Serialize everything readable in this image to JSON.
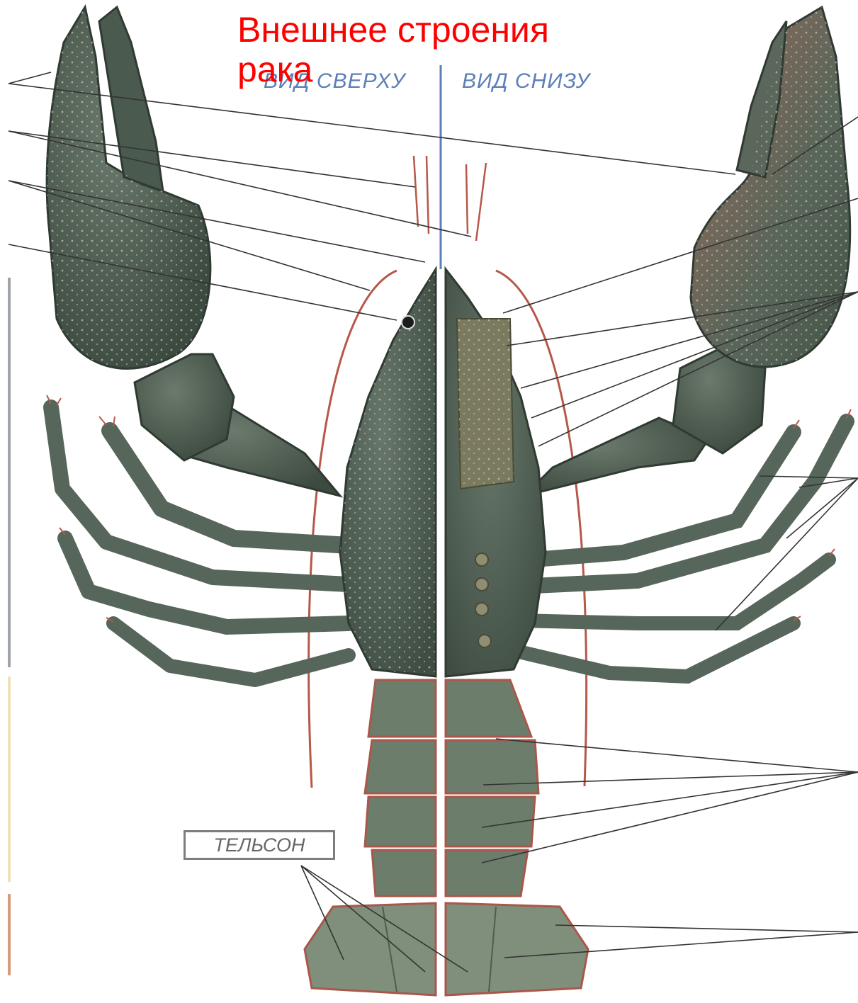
{
  "title": "Внешнее строения рака",
  "views": {
    "top": "ВИД СВЕРХУ",
    "bottom": "ВИД СНИЗУ"
  },
  "labels": {
    "telson": "ТЕЛЬСОН"
  },
  "colors": {
    "title": "#ff0000",
    "view_labels": "#5b7fb6",
    "body": "#4f5f52",
    "antennae": "#b5584a"
  }
}
